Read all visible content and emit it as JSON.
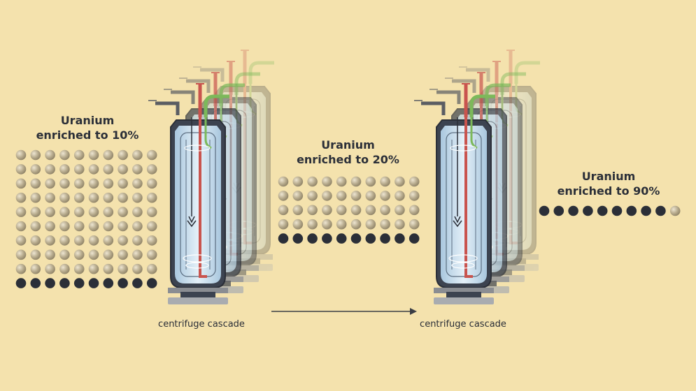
{
  "groups": [
    {
      "title_line1": "Uranium",
      "title_line2": "enriched to 10%",
      "grey_rows": 9,
      "dark_rows": 1,
      "cols": 10
    },
    {
      "title_line1": "Uranium",
      "title_line2": "enriched to 20%",
      "grey_rows": 4,
      "dark_rows": 1,
      "cols": 10
    },
    {
      "title_line1": "Uranium",
      "title_line2": "enriched to 90%",
      "dark_count": 9,
      "grey_count": 1
    }
  ],
  "centrifuges": [
    {
      "caption": "centrifuge cascade"
    },
    {
      "caption": "centrifuge cascade"
    }
  ],
  "colors": {
    "background": "#f4e2ad",
    "atom_grey": "#b7aa8c",
    "atom_dark": "#2b2f38",
    "glass": "#cfe3f1",
    "red_pipe": "#c9544e",
    "green_pipe": "#7cb95a"
  }
}
